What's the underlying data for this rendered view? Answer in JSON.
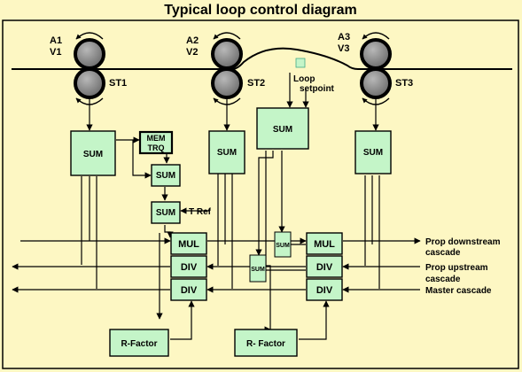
{
  "title": "Typical loop control diagram",
  "colors": {
    "background": "#fdf7c3",
    "block_fill": "#c4f5c8",
    "line": "#000000",
    "roll_gray": "#8a8a8a",
    "setpoint_fill": "#c4f5c8"
  },
  "stands": [
    {
      "angle_label": "A1",
      "speed_label": "V1",
      "stand_label": "ST1"
    },
    {
      "angle_label": "A2",
      "speed_label": "V2",
      "stand_label": "ST2"
    },
    {
      "angle_label": "A3",
      "speed_label": "V3",
      "stand_label": "ST3"
    }
  ],
  "blocks": {
    "sum1": "SUM",
    "mem_trq_line1": "MEM",
    "mem_trq_line2": "TRQ",
    "sum_a": "SUM",
    "sum_b": "SUM",
    "sum2": "SUM",
    "sum_loop": "SUM",
    "sum3": "SUM",
    "sum_small_upper": "SUM",
    "sum_small_lower": "SUM",
    "mul1": "MUL",
    "div1a": "DIV",
    "div1b": "DIV",
    "mul2": "MUL",
    "div2a": "DIV",
    "div2b": "DIV",
    "rfactor1": "R-Factor",
    "rfactor2": "R- Factor"
  },
  "labels": {
    "t_ref": "T Ref",
    "loop_setpoint_line1": "Loop",
    "loop_setpoint_line2": "setpoint",
    "prop_downstream_line1": "Prop downstream",
    "prop_downstream_line2": "cascade",
    "prop_upstream_line1": "Prop upstream",
    "prop_upstream_line2": "cascade",
    "master_cascade": "Master cascade"
  }
}
